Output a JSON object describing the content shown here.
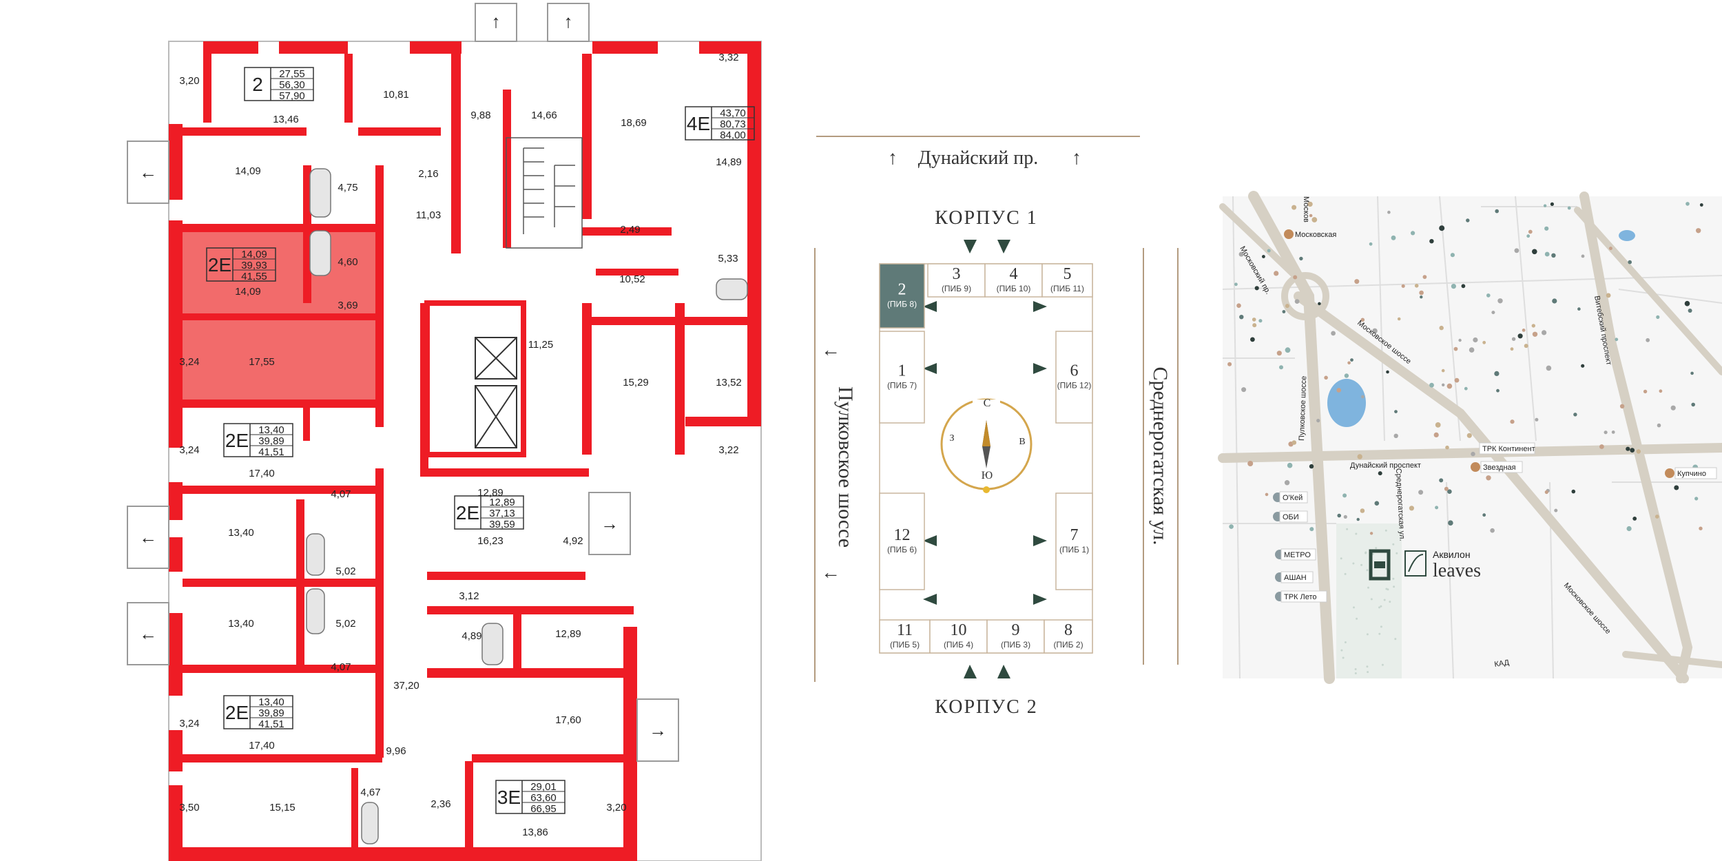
{
  "floorplan": {
    "highlight_color": "#ee1c25",
    "apartments": [
      {
        "type": "2",
        "values": [
          "27,55",
          "56,30",
          "57,90"
        ]
      },
      {
        "type": "4Е",
        "values": [
          "43,70",
          "80,73",
          "84,00"
        ]
      },
      {
        "type": "2Е",
        "values": [
          "14,09",
          "39,93",
          "41,55"
        ]
      },
      {
        "type": "2Е",
        "values": [
          "13,40",
          "39,89",
          "41,51"
        ]
      },
      {
        "type": "2Е",
        "values": [
          "12,89",
          "37,13",
          "39,59"
        ]
      },
      {
        "type": "2Е",
        "values": [
          "13,40",
          "39,89",
          "41,51"
        ]
      },
      {
        "type": "3Е",
        "values": [
          "29,01",
          "63,60",
          "66,95"
        ]
      }
    ],
    "rooms": [
      "3,20",
      "13,46",
      "10,81",
      "9,88",
      "14,66",
      "18,69",
      "3,32",
      "14,89",
      "14,09",
      "4,75",
      "2,16",
      "11,03",
      "2,49",
      "4,60",
      "10,52",
      "5,33",
      "14,09",
      "3,69",
      "3,24",
      "17,55",
      "11,25",
      "15,29",
      "13,52",
      "3,24",
      "17,40",
      "3,22",
      "4,07",
      "12,89",
      "16,23",
      "4,92",
      "13,40",
      "5,02",
      "13,40",
      "5,02",
      "3,12",
      "4,89",
      "12,89",
      "4,07",
      "37,20",
      "3,24",
      "17,40",
      "17,60",
      "9,96",
      "3,50",
      "15,15",
      "4,67",
      "2,36",
      "13,86",
      "3,20"
    ]
  },
  "scheme": {
    "road_top": "Дунайский пр.",
    "road_left": "Пулковское шоссе",
    "road_right": "Среднерогатская ул.",
    "building_top": "КОРПУС 1",
    "building_bottom": "КОРПУС 2",
    "compass": {
      "n": "С",
      "s": "Ю",
      "w": "З",
      "e": "В"
    },
    "accent_color": "#5f7a78",
    "sections": [
      {
        "n": "2",
        "sub": "(ПИБ 8)"
      },
      {
        "n": "3",
        "sub": "(ПИБ 9)"
      },
      {
        "n": "4",
        "sub": "(ПИБ 10)"
      },
      {
        "n": "5",
        "sub": "(ПИБ 11)"
      },
      {
        "n": "1",
        "sub": "(ПИБ 7)"
      },
      {
        "n": "6",
        "sub": "(ПИБ 12)"
      },
      {
        "n": "12",
        "sub": "(ПИБ 6)"
      },
      {
        "n": "7",
        "sub": "(ПИБ 1)"
      },
      {
        "n": "11",
        "sub": "(ПИБ 5)"
      },
      {
        "n": "10",
        "sub": "(ПИБ 4)"
      },
      {
        "n": "9",
        "sub": "(ПИБ 3)"
      },
      {
        "n": "8",
        "sub": "(ПИБ 2)"
      }
    ]
  },
  "map": {
    "brand_small": "Аквилон",
    "brand_big": "leaves",
    "labels": {
      "moskovskaya": "Московская",
      "moskovsky_left": "Московский пр.",
      "moskovsky_top": "Москов",
      "pulkovo": "Пулковское шоссе",
      "moskovskoe_diag": "Московское шоссе",
      "vitebsky": "Витебский проспект",
      "dunaysky": "Дунайский проспект",
      "srednerog": "Среднерогатская ул.",
      "trk_kontinent": "ТРК Континент",
      "zvezdnaya": "Звездная",
      "kupchino": "Купчино",
      "okey": "О'Кей",
      "obi": "ОБИ",
      "metro": "МЕТРО",
      "ashan": "АШАН",
      "trk_leto": "ТРК Лето",
      "moskovskoe_low": "Московское шоссе",
      "kad": "КАД"
    }
  }
}
